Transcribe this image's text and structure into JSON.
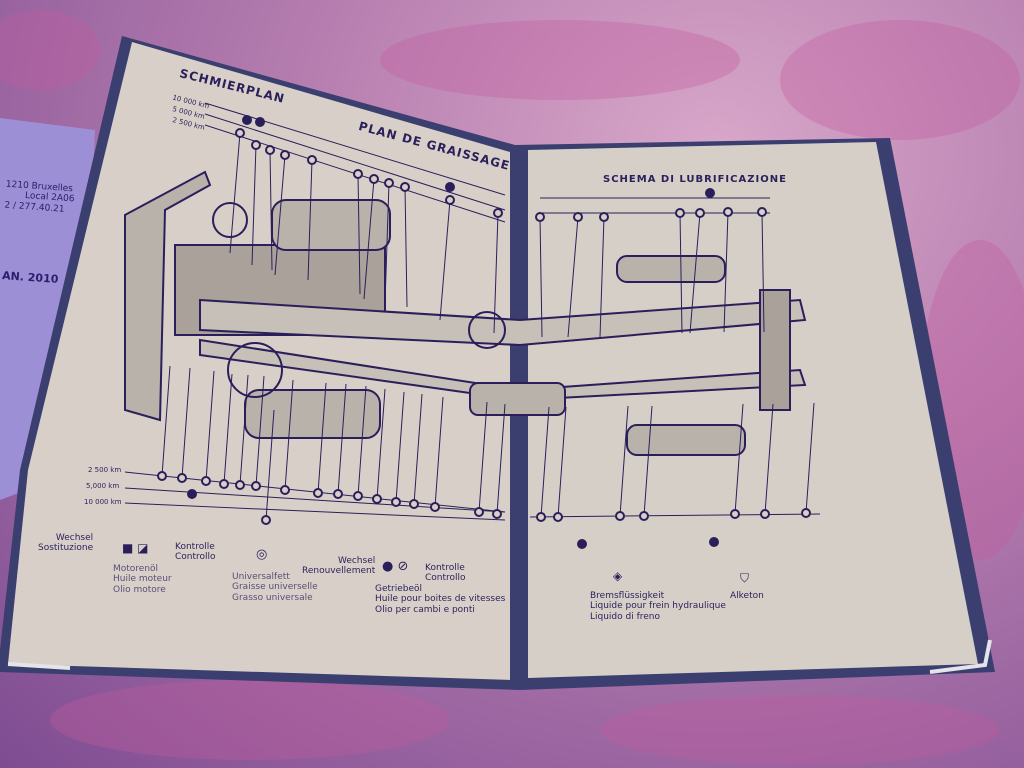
{
  "leaflet": {
    "address_line1": "1210 Bruxelles",
    "address_line2": "Local 2A06",
    "phone": "2 / 277.40.21",
    "date": "AN. 2010"
  },
  "left_page": {
    "title": "SCHMIERPLAN",
    "subtitle": "PLAN DE GRAISSAGE",
    "interval_top": [
      "10 000 km",
      "5 000 km",
      "2 500 km"
    ],
    "interval_bottom": [
      "2 500 km",
      "5,000 km",
      "10 000 km"
    ],
    "legend": {
      "change_label": [
        "Wechsel",
        "Sostituzione"
      ],
      "control_label": [
        "Kontrolle",
        "Controllo"
      ],
      "engine_oil": [
        "Motorenöl",
        "Huile moteur",
        "Olio motore"
      ],
      "grease": [
        "Universalfett",
        "Graisse universelle",
        "Grasso universale"
      ],
      "change2_label": [
        "Wechsel",
        "Renouvellement"
      ],
      "control2_label": [
        "Kontrolle",
        "Controllo"
      ],
      "gear_oil": [
        "Getriebeöl",
        "Huile pour boites de vitesses",
        "Olio per cambi e ponti"
      ]
    }
  },
  "right_page": {
    "title": "SCHEMA DI LUBRIFICAZIONE",
    "legend": {
      "brake_fluid": [
        "Bremsflüssigkeit",
        "Liquide pour frein hydraulique",
        "Liquido di freno"
      ],
      "alketon": "Alketon"
    }
  },
  "colors": {
    "ink": "#2a1f5a",
    "paper": "#d9d0c6",
    "spine": "#3a3f70",
    "fabric": "#b77fb0"
  }
}
